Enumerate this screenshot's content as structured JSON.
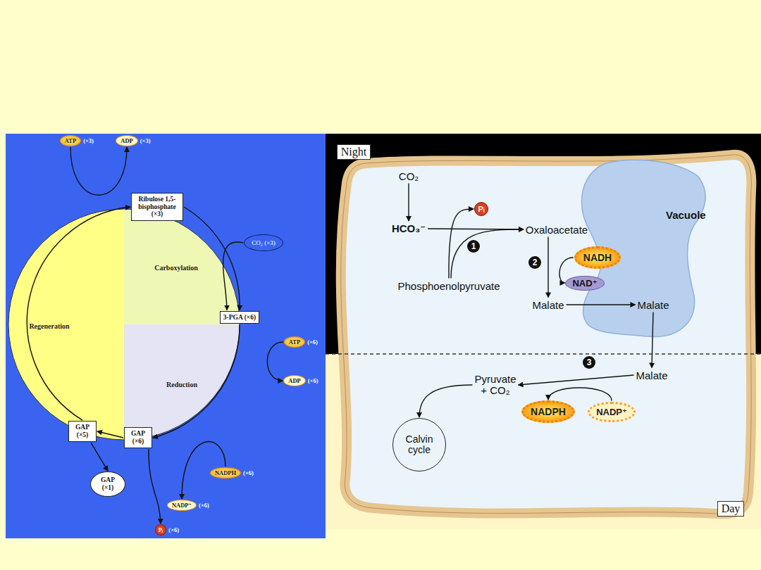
{
  "diagram": {
    "nodes": [
      {
        "text": [
          "ATP",
          "(×3)"
        ]
      },
      {
        "text": [
          "ADP",
          "(×3)"
        ]
      },
      {
        "text": [
          "Ribulose 1,5-bisphosphate",
          "(×3)"
        ]
      },
      {
        "text": [
          "Carboxylation"
        ]
      },
      {
        "text": [
          "CO₂ (×3)"
        ]
      },
      {
        "text": [
          "3-PGA (×6)"
        ]
      },
      {
        "text": [
          "ATP",
          "(×6)"
        ]
      },
      {
        "text": [
          "ADP",
          "(×6)"
        ]
      },
      {
        "text": [
          "Regeneration"
        ]
      },
      {
        "text": [
          "Reduction"
        ]
      },
      {
        "text": [
          "GAP (×5)"
        ]
      },
      {
        "text": [
          "GAP (×6)"
        ]
      },
      {
        "text": [
          "GAP (×1)"
        ]
      },
      {
        "text": [
          "NADPH",
          "(×6)"
        ]
      },
      {
        "text": [
          "NADP⁺",
          "(×6)"
        ]
      },
      {
        "text": [
          "Pᵢ",
          "(×6)"
        ]
      },
      {
        "text": [
          "CO₂"
        ]
      },
      {
        "text": [
          "Pᵢ"
        ]
      },
      {
        "text": [
          "HCO₃⁻"
        ]
      },
      {
        "text": [
          "Oxaloacetate"
        ]
      },
      {
        "text": [
          "Vacuole"
        ]
      },
      {
        "text": [
          "NADH"
        ]
      },
      {
        "text": [
          "NAD⁺"
        ]
      },
      {
        "text": [
          "Phosphoenolpyruvate"
        ]
      },
      {
        "text": [
          "Malate"
        ]
      },
      {
        "text": [
          "Malate"
        ],
        "in": 20
      },
      {
        "text": [
          "Malate"
        ]
      },
      {
        "text": [
          "Pyruvate + CO₂"
        ]
      },
      {
        "text": [
          "NADPH"
        ]
      },
      {
        "text": [
          "NADP⁺"
        ]
      },
      {
        "text": [
          "Calvin cycle"
        ]
      }
    ],
    "edges": [
      {
        "from": 0,
        "to": 1,
        "arrow": "to"
      },
      {
        "from": 2,
        "to": 5,
        "arrow": "to"
      },
      {
        "from": 4,
        "to": 5,
        "arrow": "to"
      },
      {
        "from": 5,
        "to": 11,
        "arrow": "to"
      },
      {
        "from": 6,
        "to": 7,
        "arrow": "to"
      },
      {
        "from": 11,
        "to": 10,
        "arrow": "to"
      },
      {
        "from": 13,
        "to": 14,
        "arrow": "to"
      },
      {
        "from": 11,
        "to": 15,
        "arrow": "to"
      },
      {
        "from": 10,
        "to": 12,
        "arrow": "to"
      },
      {
        "from": 10,
        "to": 2,
        "arrow": "to"
      },
      {
        "from": 16,
        "to": 18,
        "arrow": "to"
      },
      {
        "from": 18,
        "to": 19,
        "arrow": "to"
      },
      {
        "from": 23,
        "to": 19,
        "arrow": "to"
      },
      {
        "from": 23,
        "to": 17,
        "arrow": "to"
      },
      {
        "from": 19,
        "to": 24,
        "arrow": "to"
      },
      {
        "from": 21,
        "to": 22,
        "arrow": "to"
      },
      {
        "from": 24,
        "to": 25,
        "arrow": "to"
      },
      {
        "from": 25,
        "to": 26,
        "arrow": "to"
      },
      {
        "from": 26,
        "to": 27,
        "arrow": "to"
      },
      {
        "from": 29,
        "to": 28,
        "arrow": "to"
      },
      {
        "from": 27,
        "to": 30,
        "arrow": "to"
      }
    ],
    "labels": [
      "Night",
      "1",
      "2",
      "3",
      "Day"
    ]
  }
}
